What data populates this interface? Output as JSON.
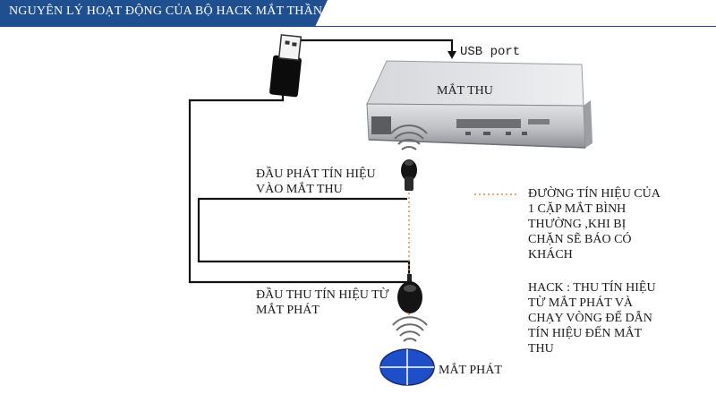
{
  "header": {
    "title": "NGUYÊN LÝ HOẠT ĐỘNG CỦA BỘ HACK MẮT THẦN"
  },
  "labels": {
    "usb_port": "USB port",
    "receiver_device": "MẮT THU",
    "transmitter_head": [
      "ĐẦU PHÁT TÍN HIỆU",
      "VÀO MẮT THU"
    ],
    "receiver_head": [
      "ĐẦU THU TÍN HIỆU TỪ",
      "MẮT PHÁT"
    ],
    "emitter": "MẮT PHÁT"
  },
  "notes": {
    "normal_signal": [
      "ĐƯỜNG TÍN HIỆU CỦA",
      "1 CẶP MẮT BÌNH",
      "THƯỜNG ,KHI BỊ",
      "CHẶN SẼ BÁO CÓ",
      "KHÁCH"
    ],
    "hack": [
      "HACK : THU TÍN HIỆU",
      "TỪ MẮT PHÁT VÀ",
      "CHẠY VÒNG ĐỂ DẪN",
      "TÍN HIỆU ĐẾN MẮT",
      "THU"
    ]
  },
  "colors": {
    "banner": "#1f4f8f",
    "banner_text": "#ffffff",
    "wire": "#111111",
    "signal_line": "#e0894a",
    "emitter_fill": "#1f4fc8",
    "device_body": "#c4c6ca"
  }
}
